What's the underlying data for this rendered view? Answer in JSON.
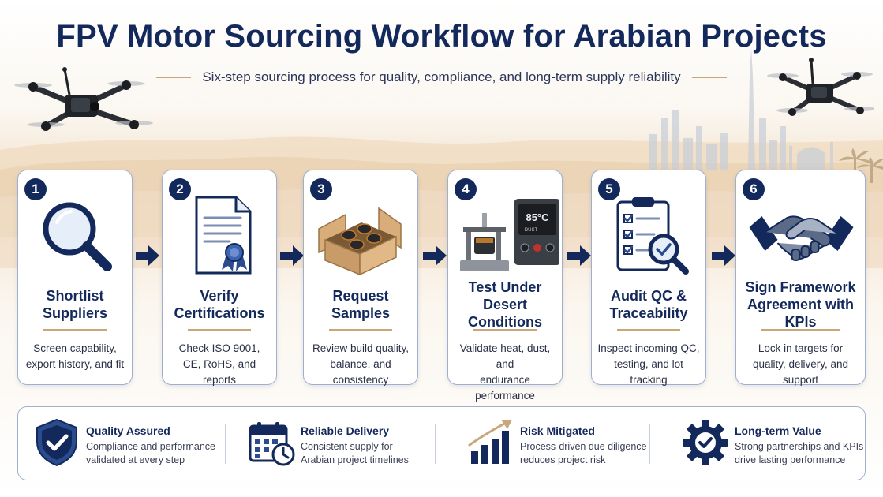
{
  "header": {
    "title": "FPV Motor Sourcing Workflow for Arabian Projects",
    "subtitle": "Six-step sourcing process for quality, compliance, and long-term supply reliability"
  },
  "colors": {
    "navy": "#13295b",
    "accent_gold": "#c9a77a",
    "border_blue": "#9fb0cf"
  },
  "steps": [
    {
      "number": "1",
      "title": "Shortlist Suppliers",
      "desc_line1": "Screen capability,",
      "desc_line2": "export history, and fit",
      "icon": "magnifier-icon"
    },
    {
      "number": "2",
      "title": "Verify Certifications",
      "desc_line1": "Check ISO 9001,",
      "desc_line2": "CE, RoHS, and reports",
      "icon": "certificate-icon"
    },
    {
      "number": "3",
      "title": "Request Samples",
      "desc_line1": "Review build quality,",
      "desc_line2": "balance, and consistency",
      "icon": "sample-box-icon"
    },
    {
      "number": "4",
      "title": "Test Under Desert Conditions",
      "desc_line1": "Validate heat, dust, and",
      "desc_line2": "endurance performance",
      "icon": "test-rig-icon",
      "display_temp": "85°C",
      "display_label": "DUST"
    },
    {
      "number": "5",
      "title": "Audit QC & Traceability",
      "desc_line1": "Inspect incoming QC,",
      "desc_line2": "testing, and lot tracking",
      "icon": "checklist-icon"
    },
    {
      "number": "6",
      "title": "Sign Framework Agreement with KPIs",
      "desc_line1": "Lock in targets for",
      "desc_line2": "quality, delivery, and support",
      "icon": "handshake-icon"
    }
  ],
  "features": [
    {
      "title": "Quality Assured",
      "desc_line1": "Compliance and performance",
      "desc_line2": "validated at every step",
      "icon": "shield-check-icon"
    },
    {
      "title": "Reliable Delivery",
      "desc_line1": "Consistent supply for",
      "desc_line2": "Arabian project timelines",
      "icon": "calendar-clock-icon"
    },
    {
      "title": "Risk Mitigated",
      "desc_line1": "Process-driven due diligence",
      "desc_line2": "reduces project risk",
      "icon": "growth-chart-icon"
    },
    {
      "title": "Long-term Value",
      "desc_line1": "Strong partnerships and KPIs",
      "desc_line2": "drive lasting performance",
      "icon": "gear-check-icon"
    }
  ]
}
